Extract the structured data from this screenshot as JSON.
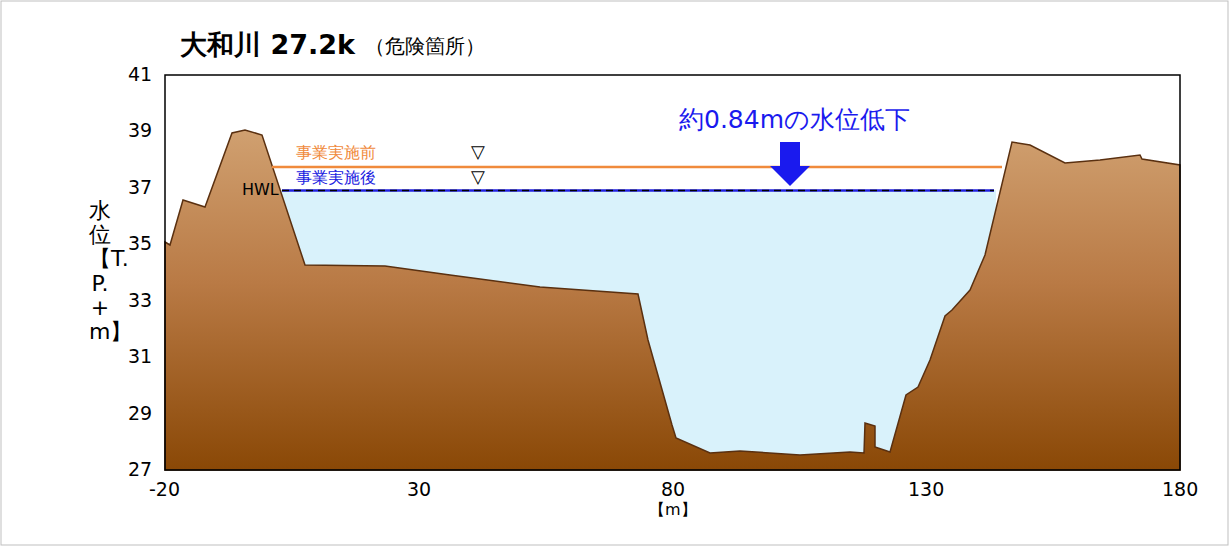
{
  "diagram": {
    "title": "大和川 27.2k",
    "labels": [
      "（危険箇所）",
      "41",
      "39",
      "37",
      "35",
      "33",
      "31",
      "29",
      "27",
      "-20",
      "30",
      "80",
      "130",
      "180",
      "【m】",
      "水位 【T.P. +m】",
      "事業実施前",
      "事業実施後",
      "HWL",
      "▽",
      "▽",
      "約0.84mの水位低下"
    ]
  }
}
